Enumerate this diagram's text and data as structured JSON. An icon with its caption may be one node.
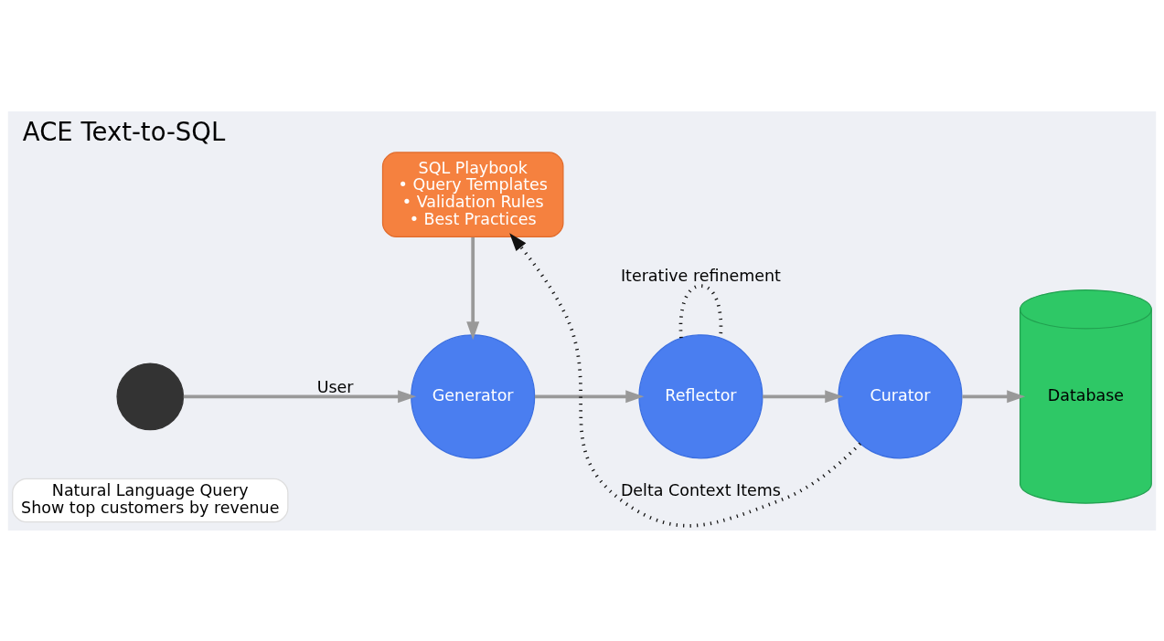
{
  "diagram": {
    "title": "ACE Text-to-SQL",
    "nodes": [
      {
        "text": [
          "Natural Language Query",
          "Show top customers by revenue"
        ]
      },
      {
        "text": [],
        "shape": "person"
      },
      {
        "text": [
          "Generator"
        ]
      },
      {
        "text": [
          "Reflector"
        ]
      },
      {
        "text": [
          "Curator"
        ]
      },
      {
        "text": [
          "Database"
        ]
      },
      {
        "text": [
          "SQL Playbook",
          "• Query Templates",
          "• Validation Rules",
          "• Best Practices"
        ]
      }
    ],
    "edges": [
      {
        "from": 1,
        "to": 2,
        "arrow": "to",
        "label": "User"
      },
      {
        "from": 2,
        "to": 3,
        "arrow": "to"
      },
      {
        "from": 3,
        "to": 4,
        "arrow": "to"
      },
      {
        "from": 4,
        "to": 5,
        "arrow": "to"
      },
      {
        "from": 6,
        "to": 2,
        "arrow": "to"
      },
      {
        "from": 3,
        "to": 3,
        "arrow": "none",
        "style": "dashed",
        "color": "#111111",
        "label": "Iterative refinement"
      },
      {
        "from": 4,
        "to": 6,
        "arrow": "to",
        "style": "dashed",
        "color": "#111111",
        "label": "Delta Context Items"
      }
    ]
  }
}
